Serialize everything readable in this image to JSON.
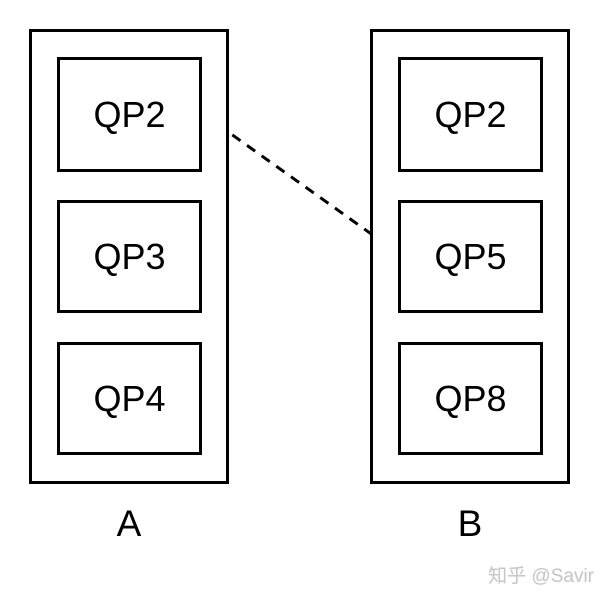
{
  "diagram": {
    "title": "",
    "containers": [
      {
        "label": "A",
        "items": [
          "QP2",
          "QP3",
          "QP4"
        ]
      },
      {
        "label": "B",
        "items": [
          "QP2",
          "QP5",
          "QP8"
        ]
      }
    ],
    "connection": {
      "from": "A.QP2",
      "to": "B.QP5",
      "style": "dashed"
    },
    "colors": {
      "stroke": "#000000",
      "background": "#ffffff",
      "watermark": "#c8c8c8"
    },
    "watermark": "知乎 @Savir"
  }
}
